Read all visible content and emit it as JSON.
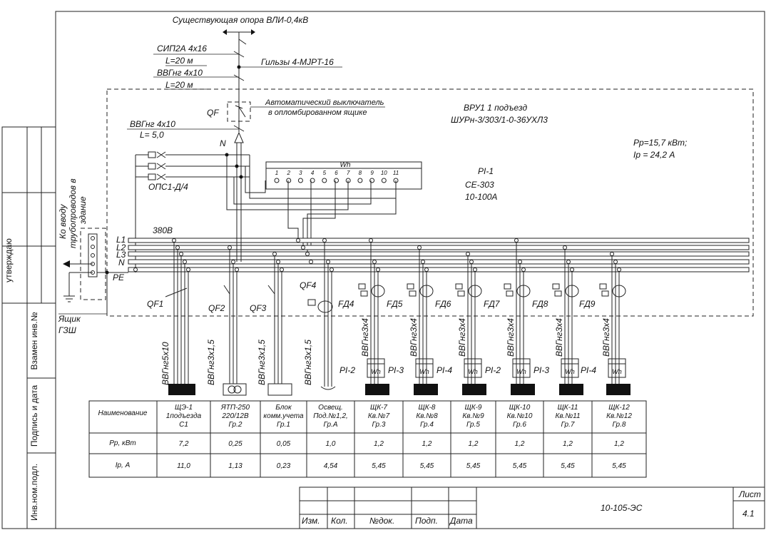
{
  "pole_label": "Существующая опора ВЛИ-0,4кВ",
  "sip_label": "СИП2А 4х16",
  "sip_length": "L=20 м",
  "sleeves_label": "Гильзы 4-MJPT-16",
  "vvg_input_label": "ВВГнг 4х10",
  "vvg_input_length": "L=20 м",
  "qf_label": "QF",
  "breaker_note_1": "Автоматический выключатель",
  "breaker_note_2": "в опломбированном ящике",
  "vvg_inner_label": "ВВГнг 4х10",
  "vvg_inner_length": "L= 5,0",
  "n_label": "N",
  "ops_label": "ОПС1-Д/4",
  "meter_title": "Wh",
  "meter_terminals": [
    "1",
    "2",
    "3",
    "4",
    "5",
    "6",
    "7",
    "8",
    "9",
    "10",
    "11"
  ],
  "vru_title": "ВРУ1 1 подъезд",
  "vru_type": "ШУРн-3/303/1-0-36УХЛ3",
  "pr_total": "Рр=15,7 кВт;",
  "ip_total": "Iр = 24,2  А",
  "pi1_label": "PI-1",
  "pi1_model": "CE-303",
  "pi1_range": "10-100А",
  "voltage_label": "380В",
  "bus_labels": [
    "L1",
    "L2",
    "L3",
    "N",
    "PE"
  ],
  "pipe_entry_label": "Ко вводу трубопроводов в здание",
  "gzsh_label_1": "Ящик",
  "gzsh_label_2": "ГЗШ",
  "breaker_labels": [
    "QF1",
    "QF2",
    "QF3",
    "QF4"
  ],
  "fd_labels": [
    "FД4",
    "FД5",
    "FД6",
    "FД7",
    "FД8",
    "FД9"
  ],
  "cables": [
    "ВВГнг5х10",
    "ВВГнг3х1,5",
    "ВВГнг3х1,5",
    "ВВГнг3х1,5",
    "ВВГнг3х4",
    "ВВГнг3х4",
    "ВВГнг3х4",
    "ВВГнг3х4",
    "ВВГнг3х4",
    "ВВГнг3х4"
  ],
  "sub_meters": [
    {
      "left": "PI-2",
      "label": "Wh"
    },
    {
      "left": "PI-3",
      "label": "Wh"
    },
    {
      "left": "PI-4",
      "label": "Wh"
    },
    {
      "left": "PI-2",
      "label": "Wh"
    },
    {
      "left": "PI-3",
      "label": "Wh"
    },
    {
      "left": "PI-4",
      "label": "Wh"
    }
  ],
  "table": {
    "row_headers": [
      "Наименование",
      "Рр, кВт",
      "Iр, А"
    ],
    "columns": [
      {
        "name": [
          "ЩЭ-1",
          "1подъезда",
          "С1"
        ],
        "pr": "7,2",
        "ip": "11,0"
      },
      {
        "name": [
          "ЯТП-250",
          "220/12В",
          "Гр.2"
        ],
        "pr": "0,25",
        "ip": "1,13"
      },
      {
        "name": [
          "Блок",
          "комм.учета",
          "Гр.1"
        ],
        "pr": "0,05",
        "ip": "0,23"
      },
      {
        "name": [
          "Освещ.",
          "Под.№1,2,",
          "Гр.А"
        ],
        "pr": "1,0",
        "ip": "4,54"
      },
      {
        "name": [
          "ЩК-7",
          "Кв.№7",
          "Гр.3"
        ],
        "pr": "1,2",
        "ip": "5,45"
      },
      {
        "name": [
          "ЩК-8",
          "Кв.№8",
          "Гр.4"
        ],
        "pr": "1,2",
        "ip": "5,45"
      },
      {
        "name": [
          "ЩК-9",
          "Кв.№9",
          "Гр.5"
        ],
        "pr": "1,2",
        "ip": "5,45"
      },
      {
        "name": [
          "ЩК-10",
          "Кв.№10",
          "Гр.6"
        ],
        "pr": "1,2",
        "ip": "5,45"
      },
      {
        "name": [
          "ЩК-11",
          "Кв.№11",
          "Гр.7"
        ],
        "pr": "1,2",
        "ip": "5,45"
      },
      {
        "name": [
          "ЩК-12",
          "Кв.№12",
          "Гр.8"
        ],
        "pr": "1,2",
        "ip": "5,45"
      }
    ]
  },
  "stamp": {
    "headers": [
      "Изм.",
      "Кол.",
      "№док.",
      "Подп.",
      "Дата"
    ],
    "doc_code": "10-105-ЭС",
    "sheet_label": "Лист",
    "sheet_number": "4.1"
  },
  "side_labels": [
    "утверждаю",
    "Взамен инв.№",
    "Подпись и дата",
    "Инв.ном.подл."
  ]
}
